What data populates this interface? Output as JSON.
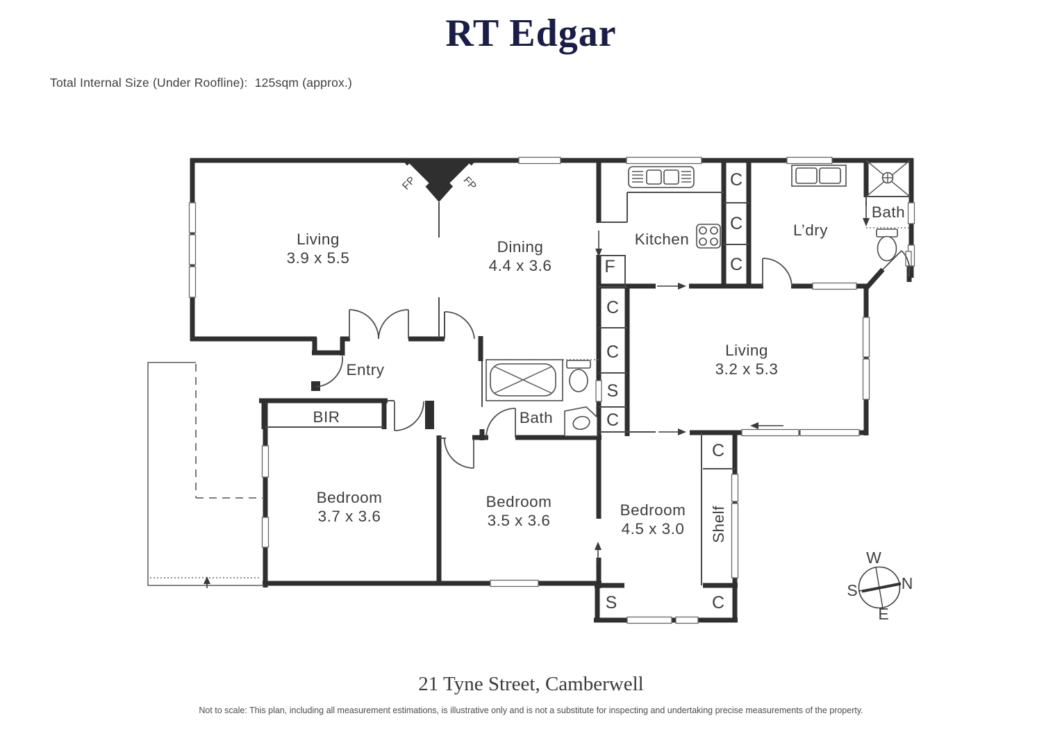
{
  "header": {
    "brand": "RT Edgar",
    "size_note": "Total Internal Size (Under Roofline):  125sqm (approx.)"
  },
  "footer": {
    "address": "21 Tyne Street, Camberwell",
    "disclaimer": "Not to scale: This plan, including all measurement estimations, is illustrative only and is not a substitute for inspecting and undertaking precise measurements of the property."
  },
  "compass": {
    "north": "N",
    "south": "S",
    "east": "E",
    "west": "W"
  },
  "plan": {
    "labels": [
      {
        "id": "living-front",
        "text": "Living"
      },
      {
        "id": "living-front-dims",
        "text": "3.9 x 5.5"
      },
      {
        "id": "dining",
        "text": "Dining"
      },
      {
        "id": "dining-dims",
        "text": "4.4 x 3.6"
      },
      {
        "id": "kitchen",
        "text": "Kitchen"
      },
      {
        "id": "fridge",
        "text": "F"
      },
      {
        "id": "laundry",
        "text": "L’dry"
      },
      {
        "id": "bath-rear",
        "text": "Bath"
      },
      {
        "id": "living-rear",
        "text": "Living"
      },
      {
        "id": "living-rear-dims",
        "text": "3.2 x 5.3"
      },
      {
        "id": "entry",
        "text": "Entry"
      },
      {
        "id": "bir",
        "text": "BIR"
      },
      {
        "id": "bath-central",
        "text": "Bath"
      },
      {
        "id": "bedroom-1",
        "text": "Bedroom"
      },
      {
        "id": "bedroom-1-dims",
        "text": "3.7 x 3.6"
      },
      {
        "id": "bedroom-2",
        "text": "Bedroom"
      },
      {
        "id": "bedroom-2-dims",
        "text": "3.5 x 3.6"
      },
      {
        "id": "bedroom-3",
        "text": "Bedroom"
      },
      {
        "id": "bedroom-3-dims",
        "text": "4.5 x 3.0"
      },
      {
        "id": "shelf",
        "text": "Shelf"
      },
      {
        "id": "cupboard-kitchen-1",
        "text": "C"
      },
      {
        "id": "cupboard-kitchen-2",
        "text": "C"
      },
      {
        "id": "cupboard-kitchen-3",
        "text": "C"
      },
      {
        "id": "cupboard-hall-1",
        "text": "C"
      },
      {
        "id": "cupboard-hall-2",
        "text": "C"
      },
      {
        "id": "store-hall",
        "text": "S"
      },
      {
        "id": "cupboard-hall-3",
        "text": "C"
      },
      {
        "id": "cupboard-bed3-top",
        "text": "C"
      },
      {
        "id": "cupboard-bed3-bot",
        "text": "C"
      },
      {
        "id": "store-bed3",
        "text": "S"
      },
      {
        "id": "fireplace-left",
        "text": "FP"
      },
      {
        "id": "fireplace-right",
        "text": "FP"
      }
    ]
  }
}
